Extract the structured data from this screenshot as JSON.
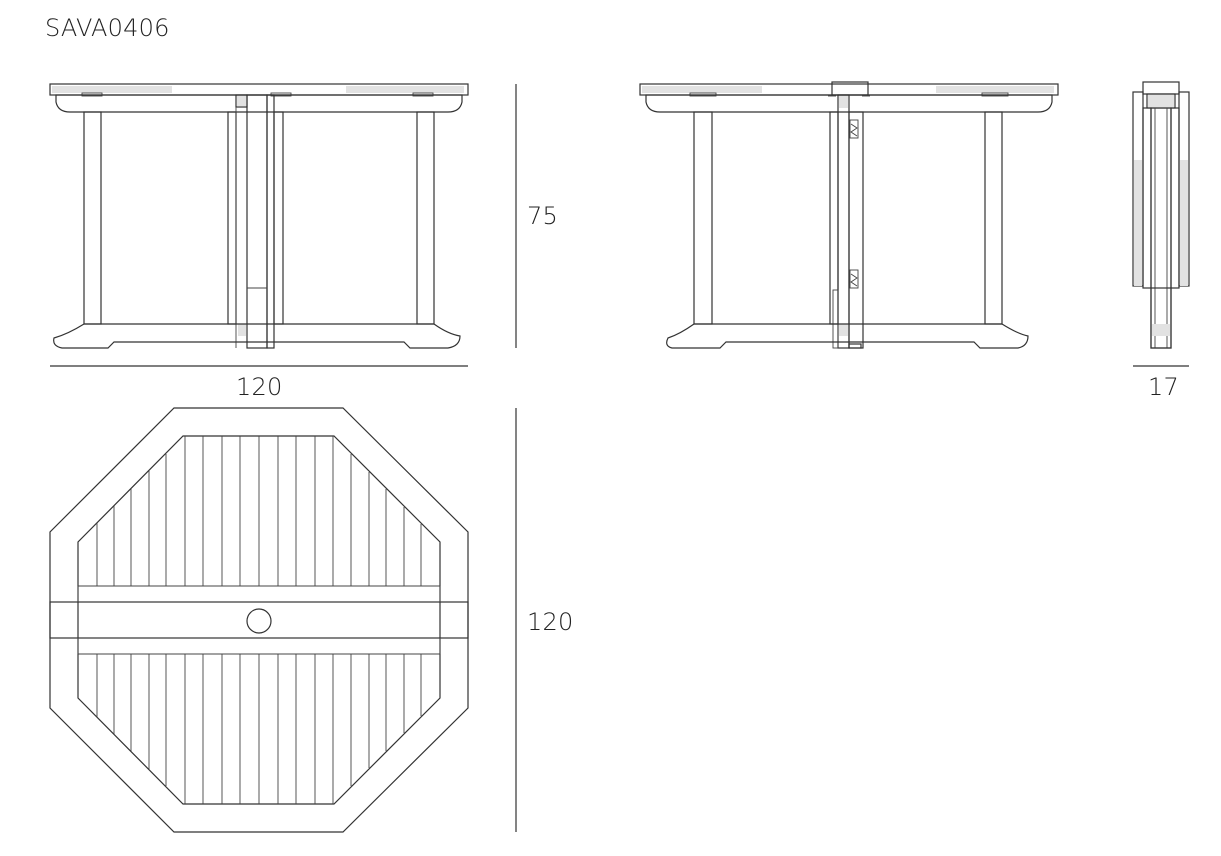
{
  "drawing": {
    "product_code": "SAVA0406"
  },
  "dimensions": {
    "front_height": "75",
    "front_width": "120",
    "side_depth": "17",
    "top_depth": "120"
  },
  "colors": {
    "line": "#333333",
    "shade": "#e2e2e2",
    "background": "#ffffff"
  }
}
